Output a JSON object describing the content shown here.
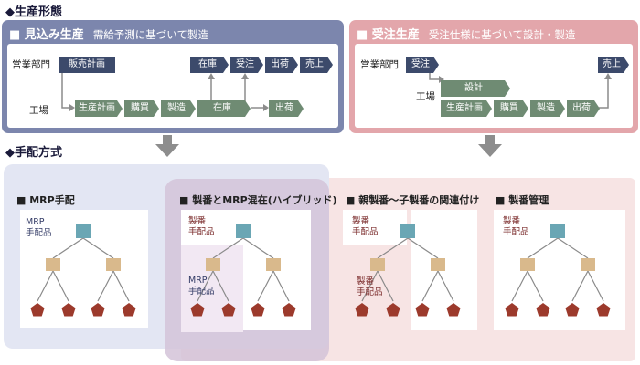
{
  "sections": {
    "production_form": "◆生産形態",
    "procurement_method": "◆手配方式"
  },
  "left_panel": {
    "title": "■ 見込み生産",
    "subtitle": "需給予測に基づいて製造",
    "sales_label": "営業部門",
    "factory_label": "工場",
    "sales_row": [
      "販売計画",
      "在庫",
      "受注",
      "出荷",
      "売上"
    ],
    "factory_row": [
      "生産計画",
      "購買",
      "製造",
      "在庫",
      "出荷"
    ]
  },
  "right_panel": {
    "title": "■ 受注生産",
    "subtitle": "受注仕様に基づいて設計・製造",
    "sales_label": "営業部門",
    "factory_label": "工場",
    "sales_row": [
      "受注",
      "売上"
    ],
    "design": "設計",
    "factory_row": [
      "生産計画",
      "購買",
      "製造",
      "出荷"
    ]
  },
  "methods": {
    "mrp": {
      "title": "■ MRP手配",
      "part_label": "MRP\n手配品"
    },
    "hybrid": {
      "title": "■ 製番とMRP混在(ハイブリッド)",
      "job_label": "製番\n手配品",
      "mrp_label": "MRP\n手配品"
    },
    "linked": {
      "title": "■ 親製番～子製番の関連付け",
      "parent_label": "製番\n手配品",
      "child_label": "製番\n手配品"
    },
    "job_control": {
      "title": "■ 製番管理",
      "part_label": "製番\n手配品"
    }
  },
  "colors": {
    "left_panel": "#7c86ad",
    "right_panel": "#e3a6ab",
    "tag_navy": "#3c4a6b",
    "tag_green": "#6f8b73",
    "node_top": "#6aa6b4",
    "node_mid": "#d9b98c",
    "node_leaf": "#9c3a2c",
    "bg_blue": "#e3e6f3",
    "bg_pink": "#f7e4e4",
    "hybrid_box": "#d4c3d8"
  }
}
